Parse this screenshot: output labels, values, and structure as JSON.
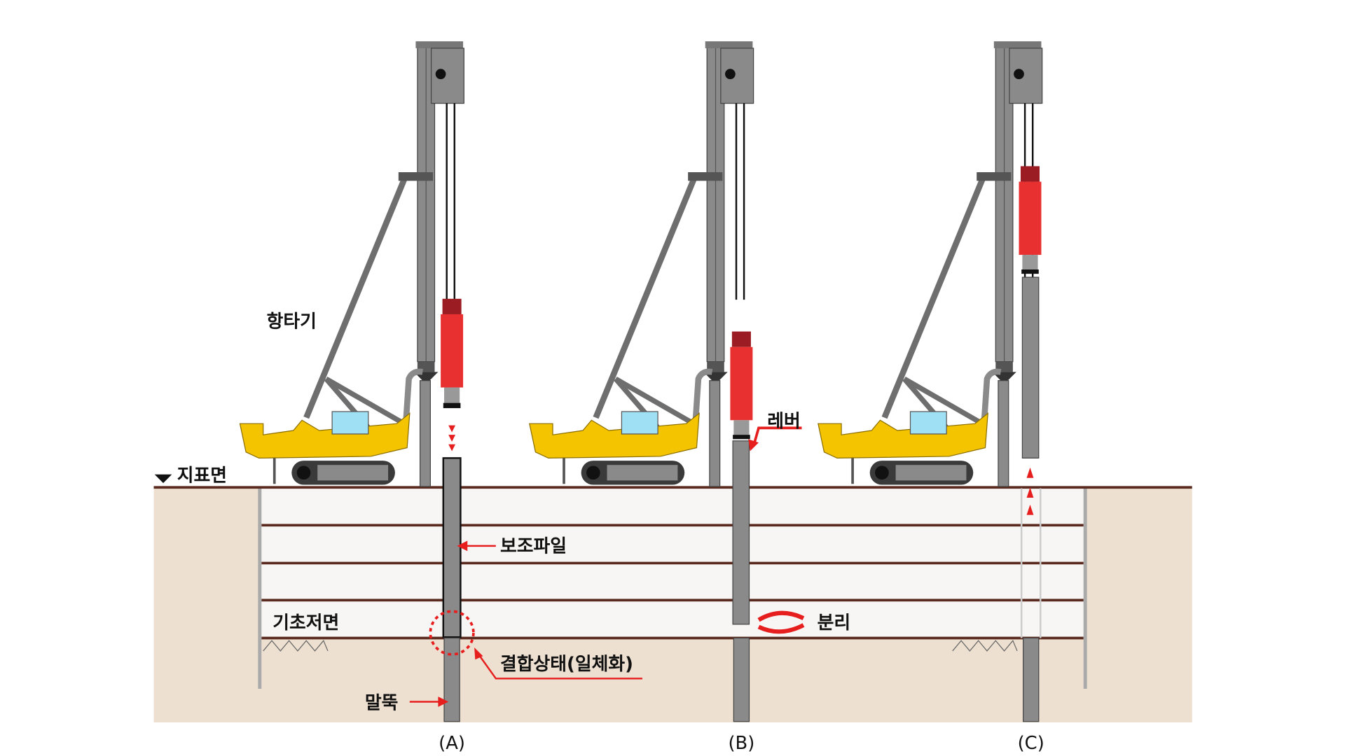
{
  "labels": {
    "pile_driver": "항타기",
    "ground_surface": "지표면",
    "auxiliary_pile": "보조파일",
    "foundation_bottom": "기초저면",
    "coupled_state": "결합상태(일체화)",
    "pile": "말뚝",
    "lever": "레버",
    "separation": "분리"
  },
  "panels": [
    {
      "caption": "(A)"
    },
    {
      "caption": "(B)"
    },
    {
      "caption": "(C)"
    }
  ],
  "colors": {
    "machine_body": "#f5c400",
    "hammer": "#e83030",
    "hammer_cap": "#9b1c22",
    "soil": "#ede0d0",
    "excavation": "#f7f6f4",
    "strut": "#5a2a1e",
    "steel": "#8a8a8a",
    "arrow": "#e61e1e"
  }
}
